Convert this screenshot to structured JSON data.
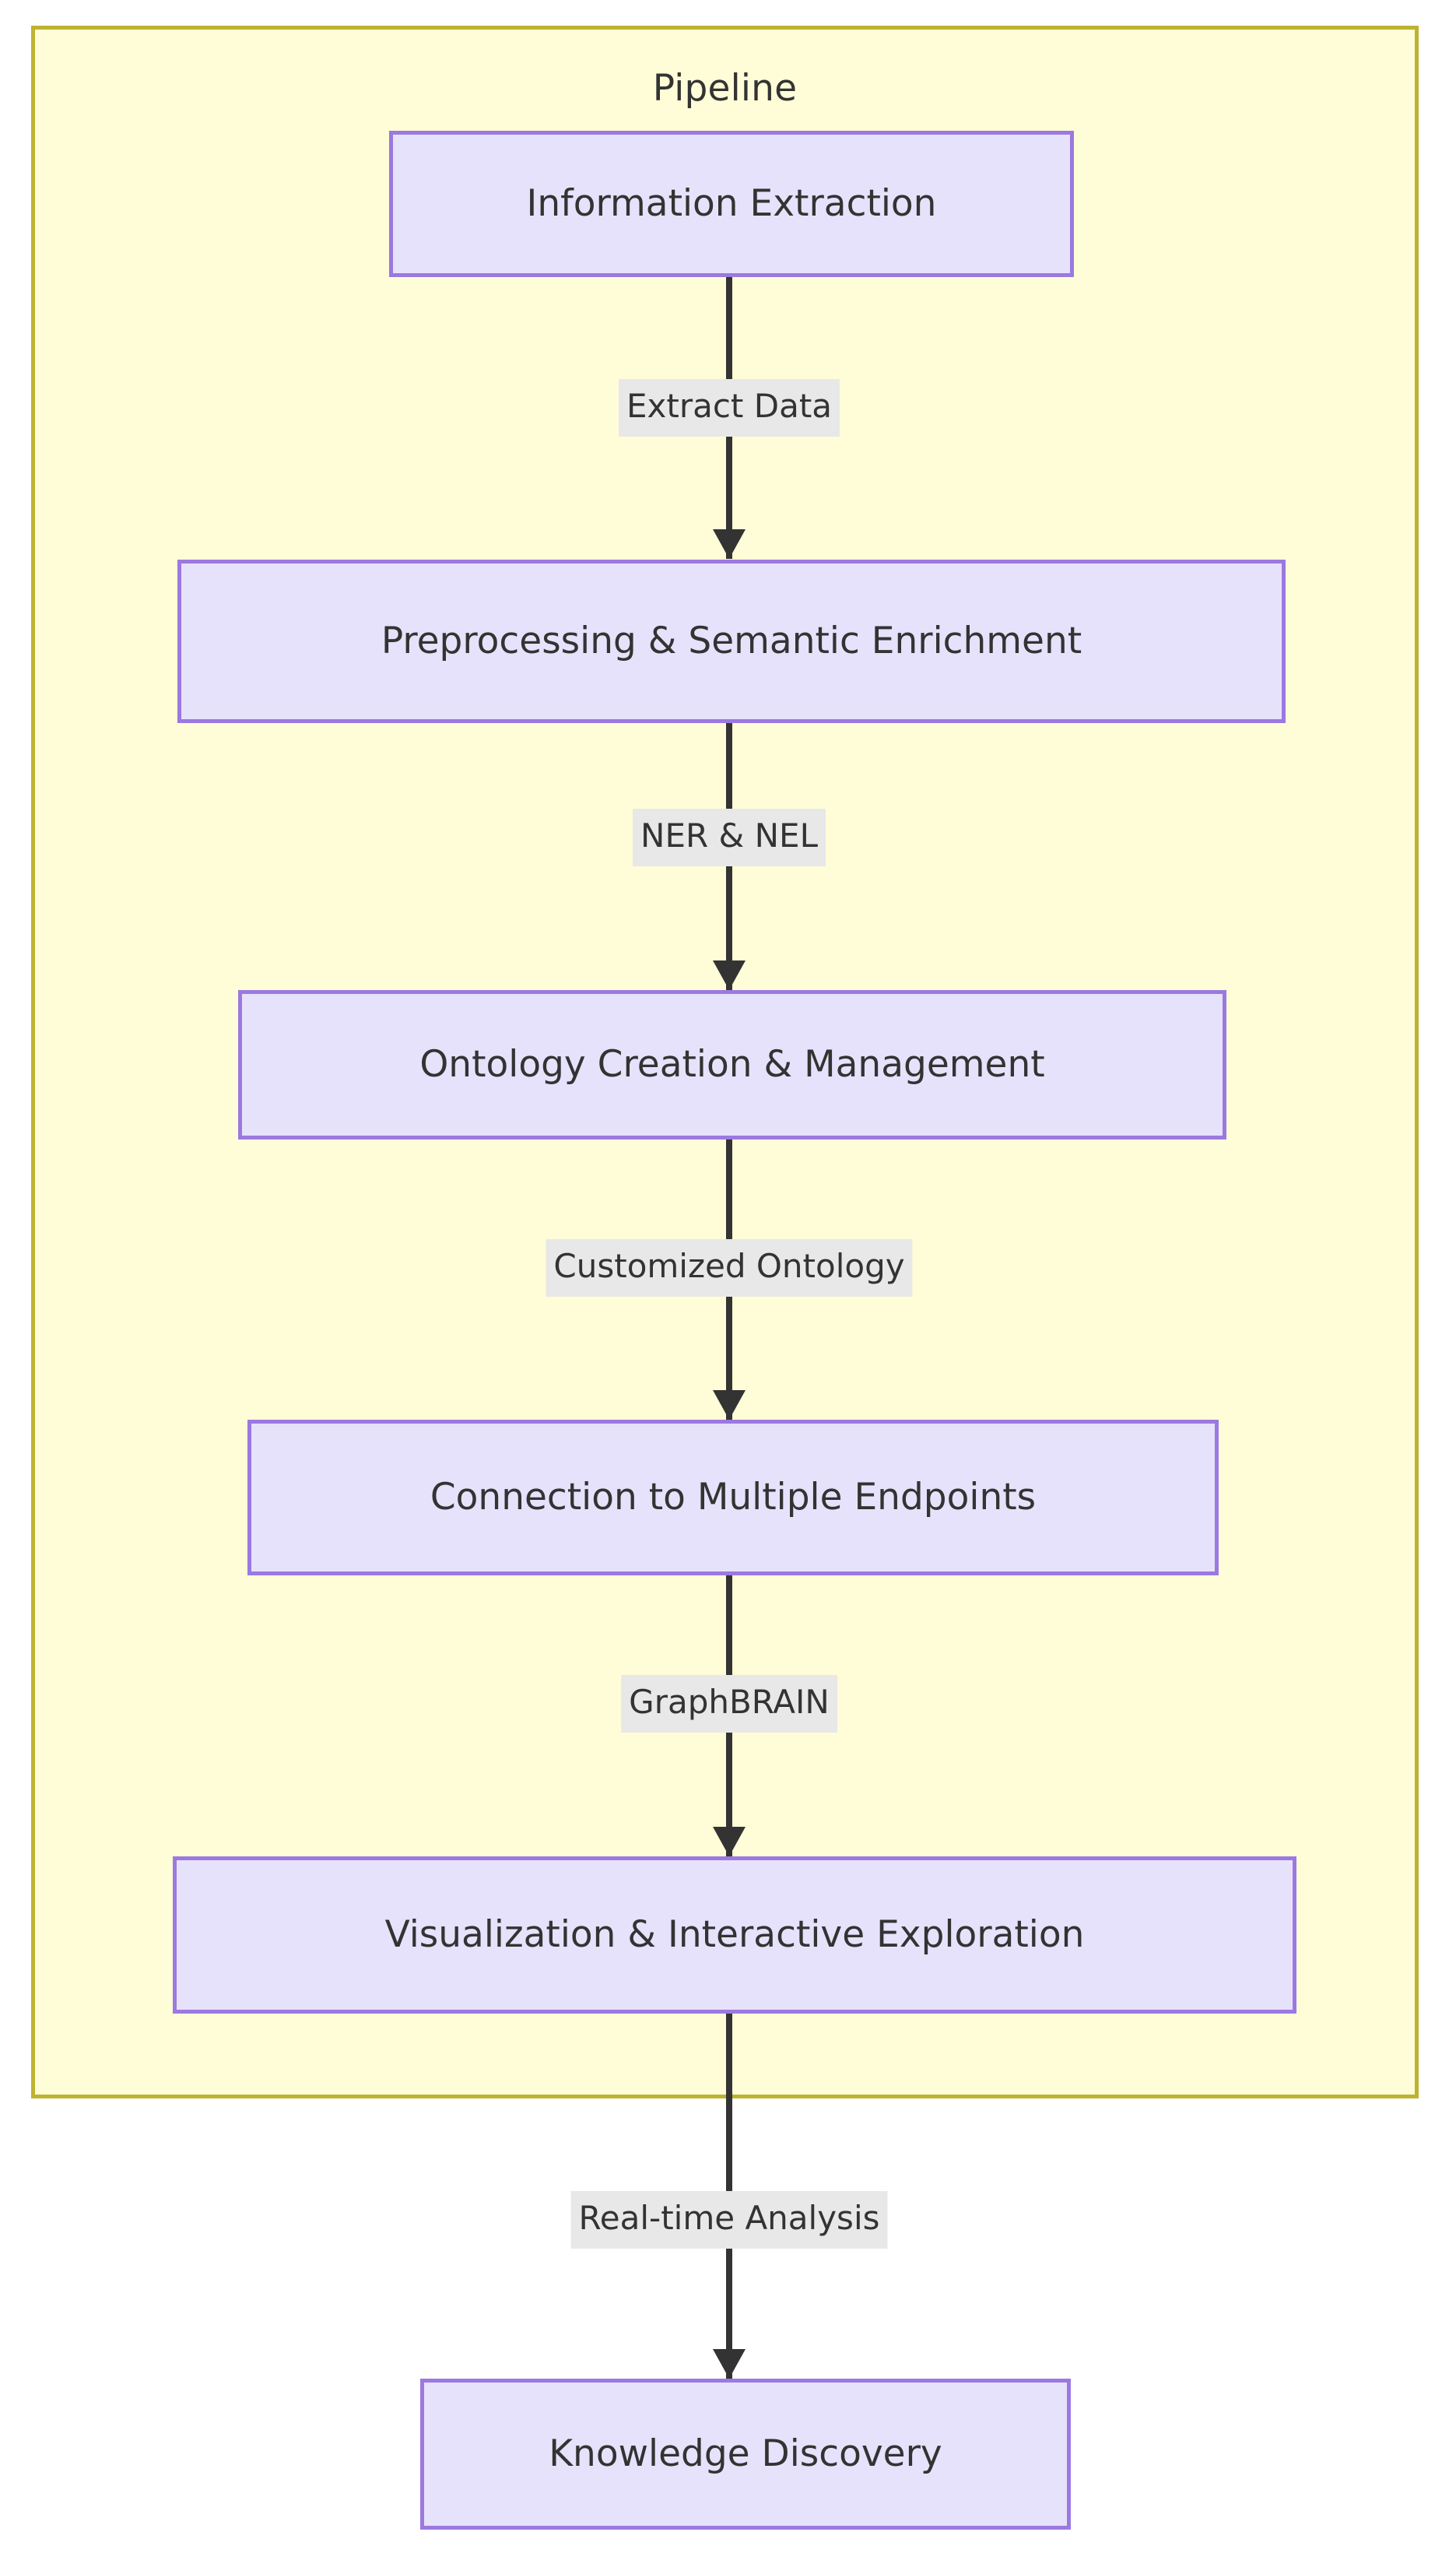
{
  "diagram": {
    "type": "flowchart",
    "direction": "top-to-bottom",
    "cluster": {
      "title": "Pipeline",
      "fill_color": "#fffdd8",
      "border_color": "#bdb330"
    },
    "node_style": {
      "fill_color": "#e7e2fb",
      "border_color": "#9b79e0",
      "text_color": "#333333"
    },
    "edge_style": {
      "line_color": "#333333",
      "label_background": "#e8e8e8",
      "label_text_color": "#333333"
    },
    "nodes": [
      {
        "id": "information-extraction",
        "label": "Information Extraction",
        "in_cluster": true
      },
      {
        "id": "preprocessing-enrichment",
        "label": "Preprocessing & Semantic Enrichment",
        "in_cluster": true
      },
      {
        "id": "ontology-management",
        "label": "Ontology Creation & Management",
        "in_cluster": true
      },
      {
        "id": "multiple-endpoints",
        "label": "Connection to Multiple Endpoints",
        "in_cluster": true
      },
      {
        "id": "visualization-exploration",
        "label": "Visualization & Interactive Exploration",
        "in_cluster": true
      },
      {
        "id": "knowledge-discovery",
        "label": "Knowledge Discovery",
        "in_cluster": false
      }
    ],
    "edges": [
      {
        "from": "information-extraction",
        "to": "preprocessing-enrichment",
        "label": "Extract Data"
      },
      {
        "from": "preprocessing-enrichment",
        "to": "ontology-management",
        "label": "NER & NEL"
      },
      {
        "from": "ontology-management",
        "to": "multiple-endpoints",
        "label": "Customized Ontology"
      },
      {
        "from": "multiple-endpoints",
        "to": "visualization-exploration",
        "label": "GraphBRAIN"
      },
      {
        "from": "visualization-exploration",
        "to": "knowledge-discovery",
        "label": "Real-time Analysis"
      }
    ]
  }
}
